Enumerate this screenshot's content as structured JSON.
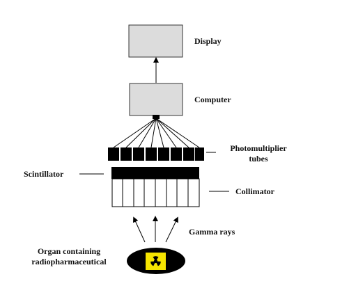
{
  "labels": {
    "display": "Display",
    "computer": "Computer",
    "pmt_line1": "Photomultiplier",
    "pmt_line2": "tubes",
    "scintillator": "Scintillator",
    "collimator": "Collimator",
    "gamma_rays": "Gamma rays",
    "organ_line1": "Organ containing",
    "organ_line2": "radiopharmaceutical"
  },
  "colors": {
    "box_fill": "#dcdcdc",
    "radiation_yellow": "#f5e400",
    "black": "#000000"
  },
  "icons": {
    "organ_symbol": "radiation-trefoil-icon"
  }
}
